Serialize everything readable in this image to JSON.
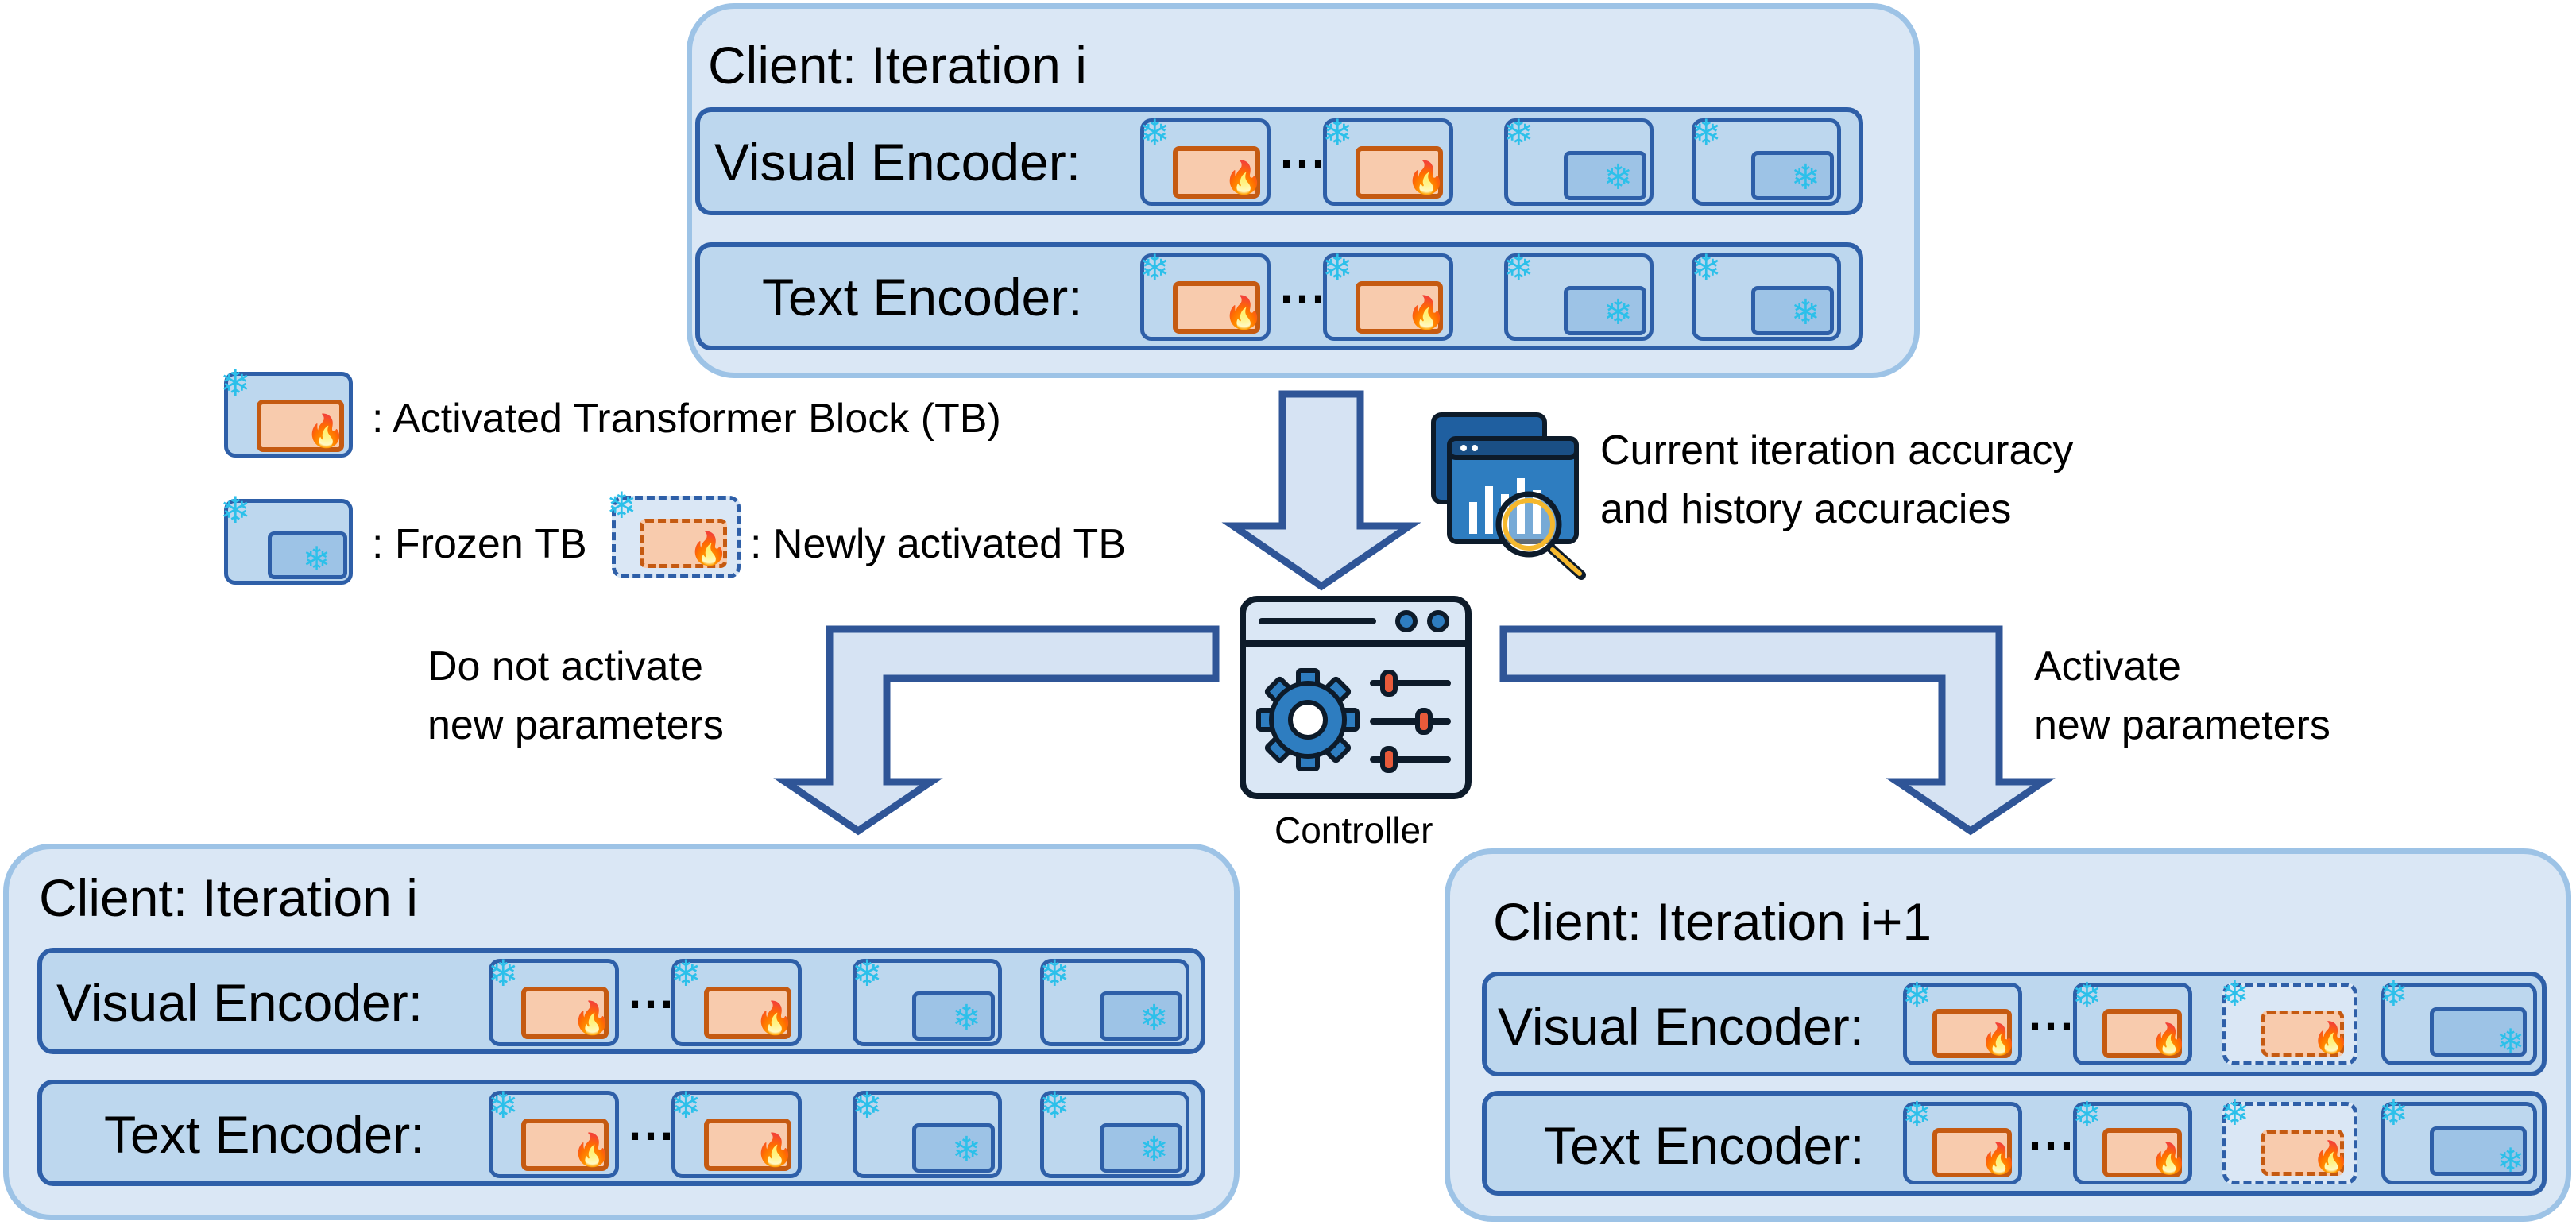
{
  "top_client": {
    "title": "Client: Iteration i",
    "visual_label": "Visual Encoder:",
    "text_label": "Text Encoder:",
    "ellipsis": "⋯"
  },
  "legend": {
    "activated": ": Activated Transformer Block (TB)",
    "frozen": ": Frozen TB",
    "newly": ": Newly activated TB"
  },
  "accuracy_note": {
    "line1": "Current iteration accuracy",
    "line2": "and history accuracies"
  },
  "controller": {
    "label": "Controller"
  },
  "left_branch": {
    "line1": "Do not activate",
    "line2": "new parameters"
  },
  "right_branch": {
    "line1": "Activate",
    "line2": "new parameters"
  },
  "bottom_left_client": {
    "title": "Client: Iteration i",
    "visual_label": "Visual Encoder:",
    "text_label": "Text Encoder:",
    "ellipsis": "⋯"
  },
  "bottom_right_client": {
    "title": "Client: Iteration i+1",
    "visual_label": "Visual Encoder:",
    "text_label": "Text Encoder:",
    "ellipsis": "⋯"
  },
  "icons": {
    "snowflake": "❄",
    "flame": "🔥"
  },
  "colors": {
    "client_fill": "#dae7f5",
    "client_border": "#9dc3e6",
    "row_fill": "#bdd7ee",
    "row_border": "#2e5fa8",
    "active_fill": "#f8cbad",
    "active_border": "#c55a11",
    "frozen_fill": "#9dc3e6",
    "arrow_fill": "#d6e3f3",
    "arrow_border": "#2f5597"
  }
}
